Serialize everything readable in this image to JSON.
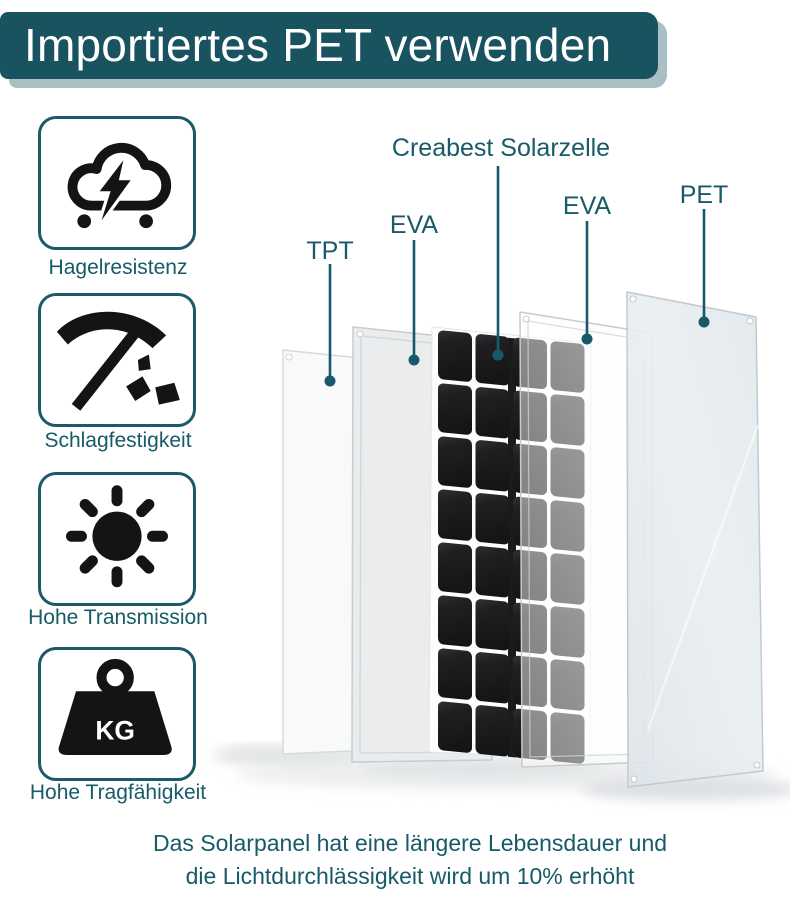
{
  "header": {
    "title": "Importiertes PET verwenden"
  },
  "features": [
    {
      "icon": "storm-cloud-icon",
      "label": "Hagelresistenz"
    },
    {
      "icon": "pickaxe-icon",
      "label": "Schlagfestigkeit"
    },
    {
      "icon": "sun-icon",
      "label": "Hohe Transmission"
    },
    {
      "icon": "weight-kg-icon",
      "label": "Hohe Tragfähigkeit"
    }
  ],
  "weight_icon_text": "KG",
  "diagram": {
    "layers": [
      {
        "label": "TPT"
      },
      {
        "label": "EVA"
      },
      {
        "label": "Creabest Solarzelle"
      },
      {
        "label": "EVA"
      },
      {
        "label": "PET"
      }
    ],
    "solar_cells": {
      "rows": 8,
      "cols": 4
    }
  },
  "footer": {
    "line1": "Das Solarpanel hat eine längere Lebensdauer und",
    "line2": "die Lichtdurchlässigkeit wird um 10% erhöht"
  },
  "colors": {
    "banner_teal": "#18535f",
    "banner_shadow": "#a9bfc3",
    "text_teal": "#175a68",
    "icon_black": "#141417",
    "cell_black": "#1d1d1f",
    "pet_sheet": "#e4eaee"
  }
}
